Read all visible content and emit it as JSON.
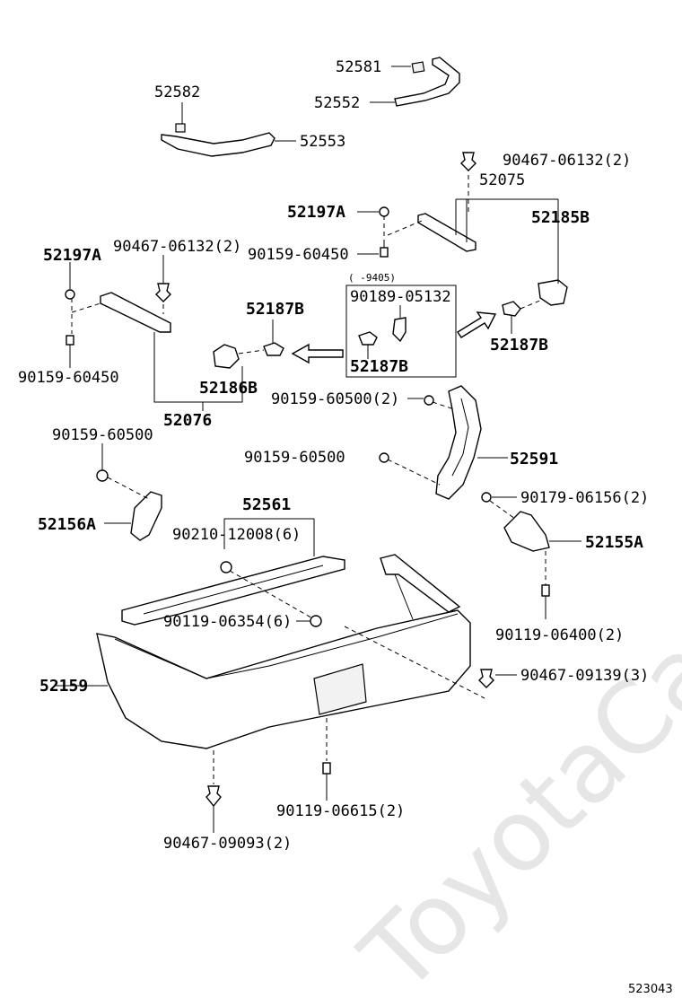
{
  "watermark": "ToyotaCarMine.ru",
  "diagram_code": "523043",
  "box_note": "( -9405)",
  "labels": {
    "p52581": "52581",
    "p52552": "52552",
    "p52582": "52582",
    "p52553": "52553",
    "p90467_06132_top": "90467-06132(2)",
    "p52075": "52075",
    "p52197A_top": "52197A",
    "p52185B": "52185B",
    "p90159_60450_top": "90159-60450",
    "p52197A_left": "52197A",
    "p90467_06132_left": "90467-06132(2)",
    "p90189_05132": "90189-05132",
    "p52187B_mid": "52187B",
    "p52187B_box": "52187B",
    "p52187B_right": "52187B",
    "p90159_60450_left": "90159-60450",
    "p52186B": "52186B",
    "p52076": "52076",
    "p90159_60500_a": "90159-60500(2)",
    "p90159_60500_b": "90159-60500",
    "p52591": "52591",
    "p90159_60500_c": "90159-60500",
    "p90179_06156": "90179-06156(2)",
    "p52156A": "52156A",
    "p52561": "52561",
    "p90210_12008": "90210-12008(6)",
    "p52155A": "52155A",
    "p90119_06354": "90119-06354(6)",
    "p90119_06400": "90119-06400(2)",
    "p52159": "52159",
    "p90467_09139": "90467-09139(3)",
    "p90119_06615": "90119-06615(2)",
    "p90467_09093": "90467-09093(2)"
  }
}
